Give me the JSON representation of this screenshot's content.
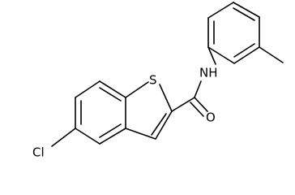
{
  "molecule": {
    "atom_labels": {
      "sulfur": "S",
      "amide_nitrogen": "NH",
      "carbonyl_oxygen": "O",
      "chlorine": "Cl"
    },
    "colors": {
      "bond": "#000000",
      "label": "#000000",
      "background": "#ffffff"
    }
  }
}
